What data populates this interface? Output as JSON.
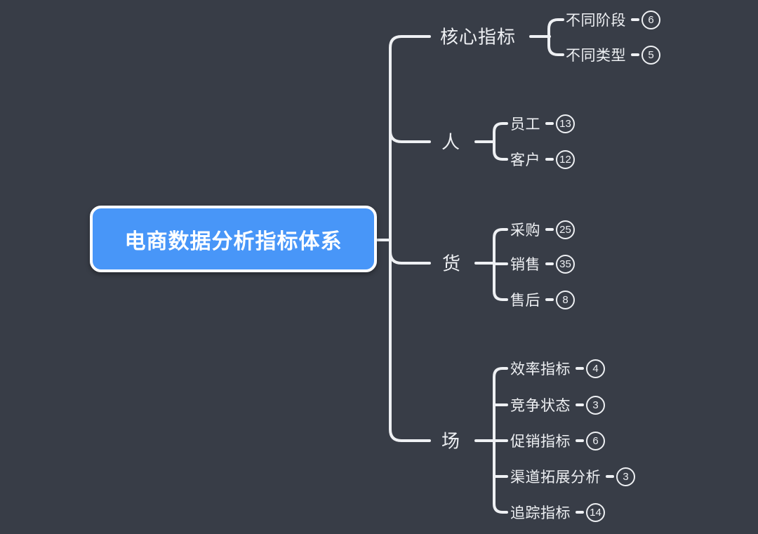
{
  "canvas": {
    "background_color": "#383d47",
    "line_color": "#eef0f3"
  },
  "root": {
    "label": "电商数据分析指标体系",
    "fill_color": "#4896f8",
    "border_color": "#ffffff",
    "text_color": "#ffffff"
  },
  "branches": [
    {
      "label": "核心指标",
      "children": [
        {
          "label": "不同阶段",
          "count": "6"
        },
        {
          "label": "不同类型",
          "count": "5"
        }
      ]
    },
    {
      "label": "人",
      "children": [
        {
          "label": "员工",
          "count": "13"
        },
        {
          "label": "客户",
          "count": "12"
        }
      ]
    },
    {
      "label": "货",
      "children": [
        {
          "label": "采购",
          "count": "25"
        },
        {
          "label": "销售",
          "count": "35"
        },
        {
          "label": "售后",
          "count": "8"
        }
      ]
    },
    {
      "label": "场",
      "children": [
        {
          "label": "效率指标",
          "count": "4"
        },
        {
          "label": "竞争状态",
          "count": "3"
        },
        {
          "label": "促销指标",
          "count": "6"
        },
        {
          "label": "渠道拓展分析",
          "count": "3"
        },
        {
          "label": "追踪指标",
          "count": "14"
        }
      ]
    }
  ]
}
